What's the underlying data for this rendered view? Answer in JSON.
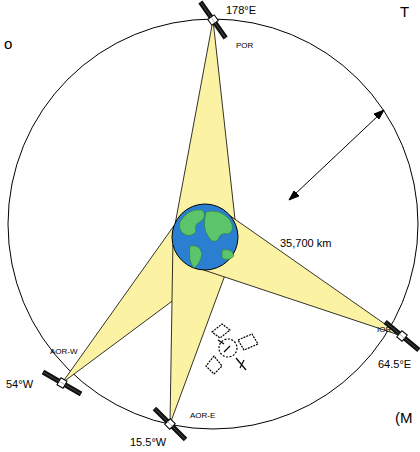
{
  "diagram": {
    "labels": [
      "178°E",
      "POR",
      "35,700 km",
      "AOR-W",
      "54°W",
      "IOR",
      "64.5°E",
      "AOR-E",
      "15.5°W",
      "T",
      "o",
      "(M"
    ]
  }
}
